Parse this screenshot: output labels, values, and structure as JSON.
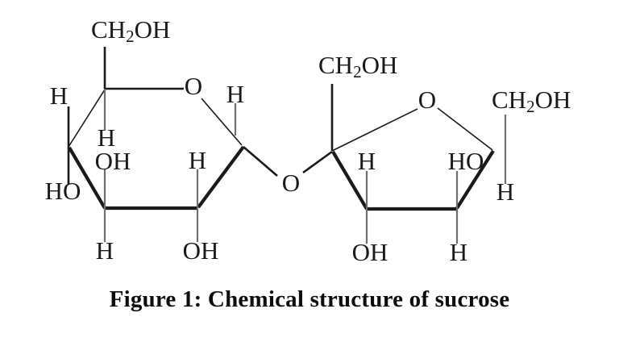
{
  "figure": {
    "caption": "Figure 1: Chemical structure of sucrose",
    "molecule_name": "sucrose",
    "background_color": "#ffffff",
    "line_color": "#1a1a1a"
  },
  "chart_data": {
    "type": "diagram",
    "title": "Figure 1: Chemical structure of sucrose",
    "diagram_kind": "chemical-structure-haworth-projection",
    "molecule": "sucrose",
    "rings": [
      {
        "name": "glucopyranose-ring",
        "shape": "hexagon",
        "ring_heteroatom": "O",
        "substituent_labels": [
          "CH2OH",
          "H",
          "H",
          "OH",
          "HO",
          "H",
          "H",
          "OH",
          "H"
        ]
      },
      {
        "name": "fructofuranose-ring",
        "shape": "pentagon",
        "ring_heteroatom": "O",
        "substituent_labels": [
          "CH2OH",
          "CH2OH",
          "H",
          "HO",
          "H",
          "OH",
          "H"
        ]
      }
    ],
    "linkage": {
      "label": "O",
      "description": "glycosidic oxygen bridging the two rings"
    }
  },
  "labels": {
    "glucose_c6": {
      "text": "CH",
      "sub": "2",
      "text_tail": "OH"
    },
    "glucose_h_left_top": "H",
    "glucose_ring_o": "O",
    "glucose_h_right_top": "H",
    "glucose_h_mid": "H",
    "glucose_oh_mid": "OH",
    "glucose_ho_left": "HO",
    "glucose_h_inner_right": "H",
    "glucose_h_bottom_left": "H",
    "glucose_oh_bottom_right": "OH",
    "bridge_o": "O",
    "fructose_c1": {
      "text": "CH",
      "sub": "2",
      "text_tail": "OH"
    },
    "fructose_ring_o": "O",
    "fructose_c6": {
      "text": "CH",
      "sub": "2",
      "text_tail": "OH"
    },
    "fructose_h_inner_left": "H",
    "fructose_ho_inner_right": "HO",
    "fructose_h_right": "H",
    "fructose_oh_bottom_left": "OH",
    "fructose_h_bottom_right": "H"
  }
}
